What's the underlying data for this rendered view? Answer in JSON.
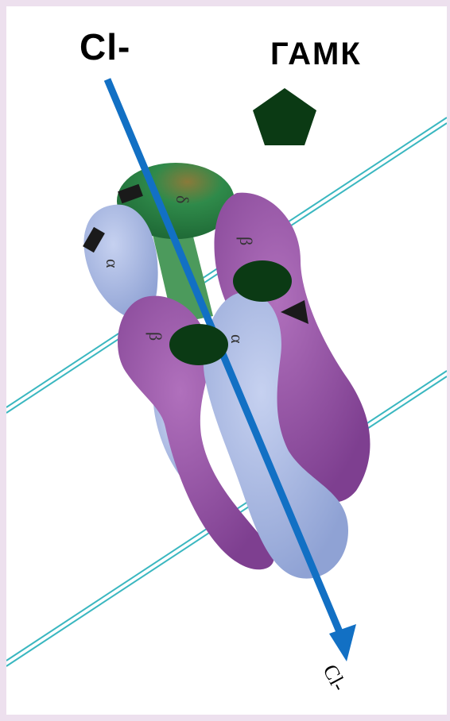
{
  "labels": {
    "chloride_top": "Cl-",
    "gaba": "ГАМК",
    "chloride_bottom": "Cl-",
    "subunits": {
      "delta": "δ",
      "alpha_left": "α",
      "beta_right": "β",
      "beta_front": "β",
      "alpha_front": "α"
    }
  },
  "colors": {
    "membrane": "#3ab7c0",
    "arrow": "#1270c4",
    "alpha": "#a8b8e0",
    "beta": "#9b56a8",
    "delta": "#2f8a4a",
    "binding_site": "#0b3a14",
    "gaba_molecule": "#0b3a14"
  },
  "icons": {
    "gaba_molecule": "pentagon",
    "binding_sites": "ellipse",
    "modulator_sites": "black-rectangle"
  }
}
